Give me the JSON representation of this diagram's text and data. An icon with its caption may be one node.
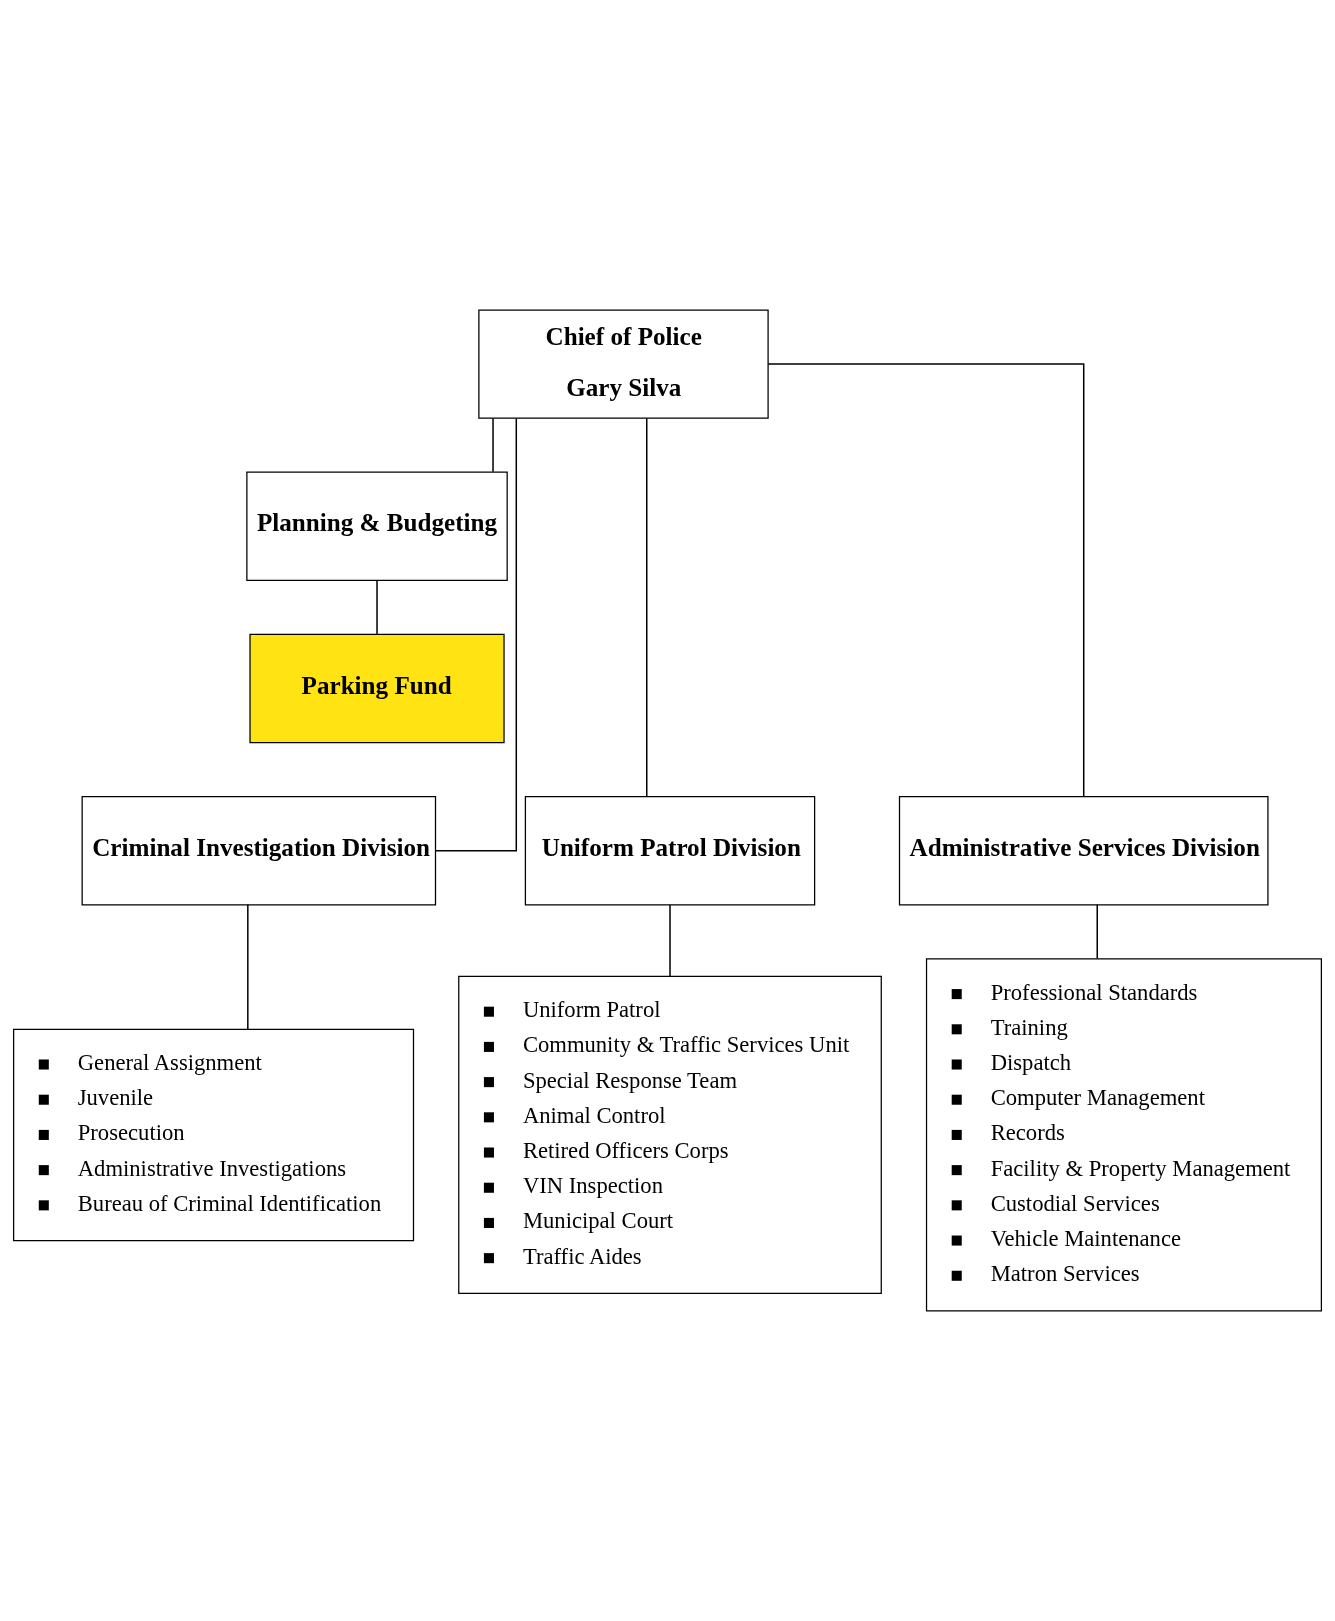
{
  "diagram": {
    "nodes": [
      {
        "text": [
          "Chief of Police",
          "Gary Silva"
        ]
      },
      {
        "text": [
          "Planning & Budgeting"
        ]
      },
      {
        "text": [
          "Parking Fund"
        ]
      },
      {
        "text": [
          "Criminal Investigation Division"
        ]
      },
      {
        "text": [
          "Uniform Patrol Division"
        ]
      },
      {
        "text": [
          "Administrative Services Division"
        ]
      },
      {
        "text": [
          "General Assignment",
          "Juvenile",
          "Prosecution",
          "Administrative Investigations",
          "Bureau of Criminal Identification"
        ]
      },
      {
        "text": [
          "Uniform Patrol",
          "Community & Traffic Services Unit",
          "Special Response Team",
          "Animal Control",
          "Retired Officers Corps",
          "VIN Inspection",
          "Municipal Court",
          "Traffic Aides"
        ]
      },
      {
        "text": [
          "Professional Standards",
          "Training",
          "Dispatch",
          "Computer Management",
          "Records",
          "Facility & Property Management",
          "Custodial Services",
          "Vehicle Maintenance",
          "Matron Services"
        ]
      }
    ],
    "edges": [
      {
        "from": 0,
        "to": 1,
        "arrow": "none"
      },
      {
        "from": 1,
        "to": 2,
        "arrow": "none"
      },
      {
        "from": 0,
        "to": 3,
        "arrow": "none"
      },
      {
        "from": 0,
        "to": 4,
        "arrow": "none"
      },
      {
        "from": 0,
        "to": 5,
        "arrow": "none"
      },
      {
        "from": 3,
        "to": 6,
        "arrow": "none"
      },
      {
        "from": 4,
        "to": 7,
        "arrow": "none"
      },
      {
        "from": 5,
        "to": 8,
        "arrow": "none"
      }
    ]
  }
}
